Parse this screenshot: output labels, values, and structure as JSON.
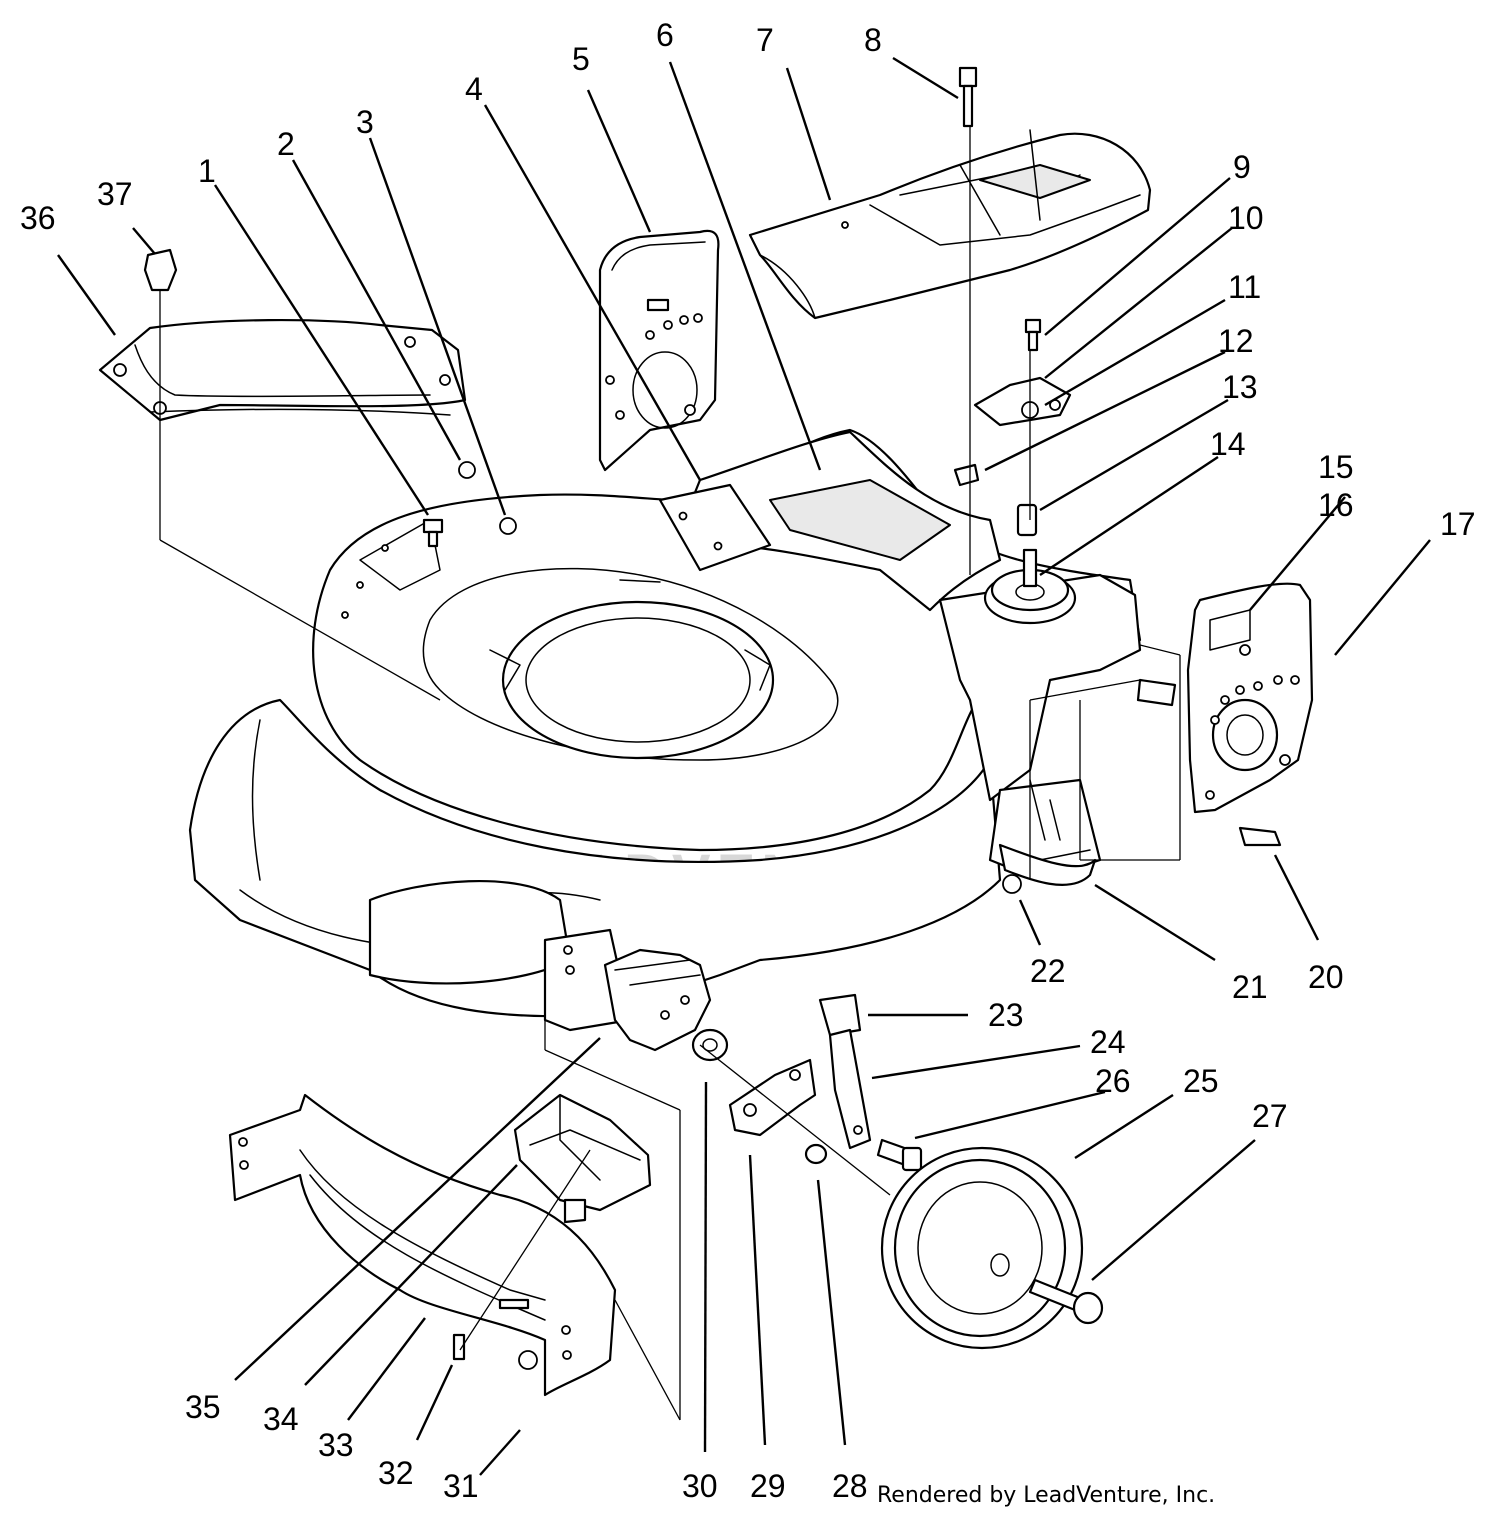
{
  "diagram": {
    "callouts": [
      "1",
      "2",
      "3",
      "4",
      "5",
      "6",
      "7",
      "8",
      "9",
      "10",
      "11",
      "12",
      "13",
      "14",
      "15",
      "16",
      "17",
      "20",
      "21",
      "22",
      "23",
      "24",
      "25",
      "26",
      "27",
      "28",
      "29",
      "30",
      "31",
      "32",
      "33",
      "34",
      "35",
      "36",
      "37"
    ],
    "watermark_text": "LEADVENTURE",
    "credit": "Rendered by LeadVenture, Inc."
  }
}
